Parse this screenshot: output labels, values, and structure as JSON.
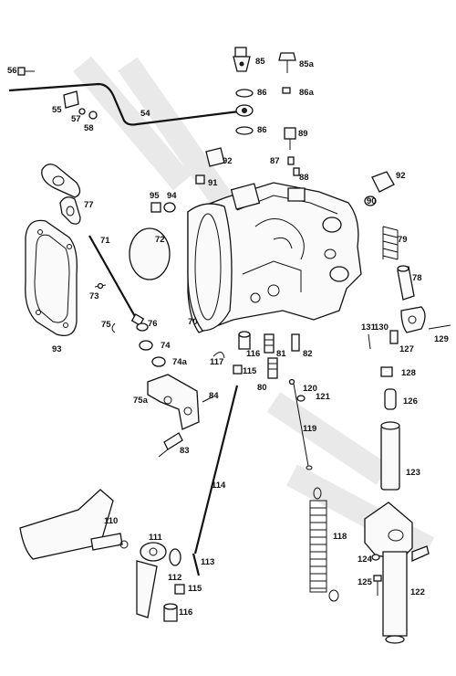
{
  "labels": [
    {
      "id": "p56",
      "text": "56"
    },
    {
      "id": "p55",
      "text": "55"
    },
    {
      "id": "p57",
      "text": "57"
    },
    {
      "id": "p58",
      "text": "58"
    },
    {
      "id": "p54",
      "text": "54"
    },
    {
      "id": "p85",
      "text": "85"
    },
    {
      "id": "p85a",
      "text": "85a"
    },
    {
      "id": "p86",
      "text": "86"
    },
    {
      "id": "p86a",
      "text": "86a"
    },
    {
      "id": "p86b",
      "text": "86"
    },
    {
      "id": "p89",
      "text": "89"
    },
    {
      "id": "p87",
      "text": "87"
    },
    {
      "id": "p88",
      "text": "88"
    },
    {
      "id": "p92",
      "text": "92"
    },
    {
      "id": "p91",
      "text": "91"
    },
    {
      "id": "p92b",
      "text": "92"
    },
    {
      "id": "p90",
      "text": "90"
    },
    {
      "id": "p77",
      "text": "77"
    },
    {
      "id": "p95",
      "text": "95"
    },
    {
      "id": "p94",
      "text": "94"
    },
    {
      "id": "p71",
      "text": "71"
    },
    {
      "id": "p72",
      "text": "72"
    },
    {
      "id": "p79",
      "text": "79"
    },
    {
      "id": "p73",
      "text": "73"
    },
    {
      "id": "p78",
      "text": "78"
    },
    {
      "id": "p75",
      "text": "75"
    },
    {
      "id": "p76",
      "text": "76"
    },
    {
      "id": "p70",
      "text": "70"
    },
    {
      "id": "p93",
      "text": "93"
    },
    {
      "id": "p74",
      "text": "74"
    },
    {
      "id": "p74a",
      "text": "74a"
    },
    {
      "id": "p131",
      "text": "131"
    },
    {
      "id": "p130",
      "text": "130"
    },
    {
      "id": "p129",
      "text": "129"
    },
    {
      "id": "p127",
      "text": "127"
    },
    {
      "id": "p116",
      "text": "116"
    },
    {
      "id": "p81",
      "text": "81"
    },
    {
      "id": "p82",
      "text": "82"
    },
    {
      "id": "p117",
      "text": "117"
    },
    {
      "id": "p115",
      "text": "115"
    },
    {
      "id": "p128",
      "text": "128"
    },
    {
      "id": "p80",
      "text": "80"
    },
    {
      "id": "p120",
      "text": "120"
    },
    {
      "id": "p121",
      "text": "121"
    },
    {
      "id": "p126",
      "text": "126"
    },
    {
      "id": "p75a",
      "text": "75a"
    },
    {
      "id": "p84",
      "text": "84"
    },
    {
      "id": "p119",
      "text": "119"
    },
    {
      "id": "p83",
      "text": "83"
    },
    {
      "id": "p123",
      "text": "123"
    },
    {
      "id": "p114",
      "text": "114"
    },
    {
      "id": "p110",
      "text": "110"
    },
    {
      "id": "p118",
      "text": "118"
    },
    {
      "id": "p111",
      "text": "111"
    },
    {
      "id": "p124",
      "text": "124"
    },
    {
      "id": "p113",
      "text": "113"
    },
    {
      "id": "p112",
      "text": "112"
    },
    {
      "id": "p125",
      "text": "125"
    },
    {
      "id": "p122",
      "text": "122"
    },
    {
      "id": "p115b",
      "text": "115"
    },
    {
      "id": "p116b",
      "text": "116"
    }
  ]
}
